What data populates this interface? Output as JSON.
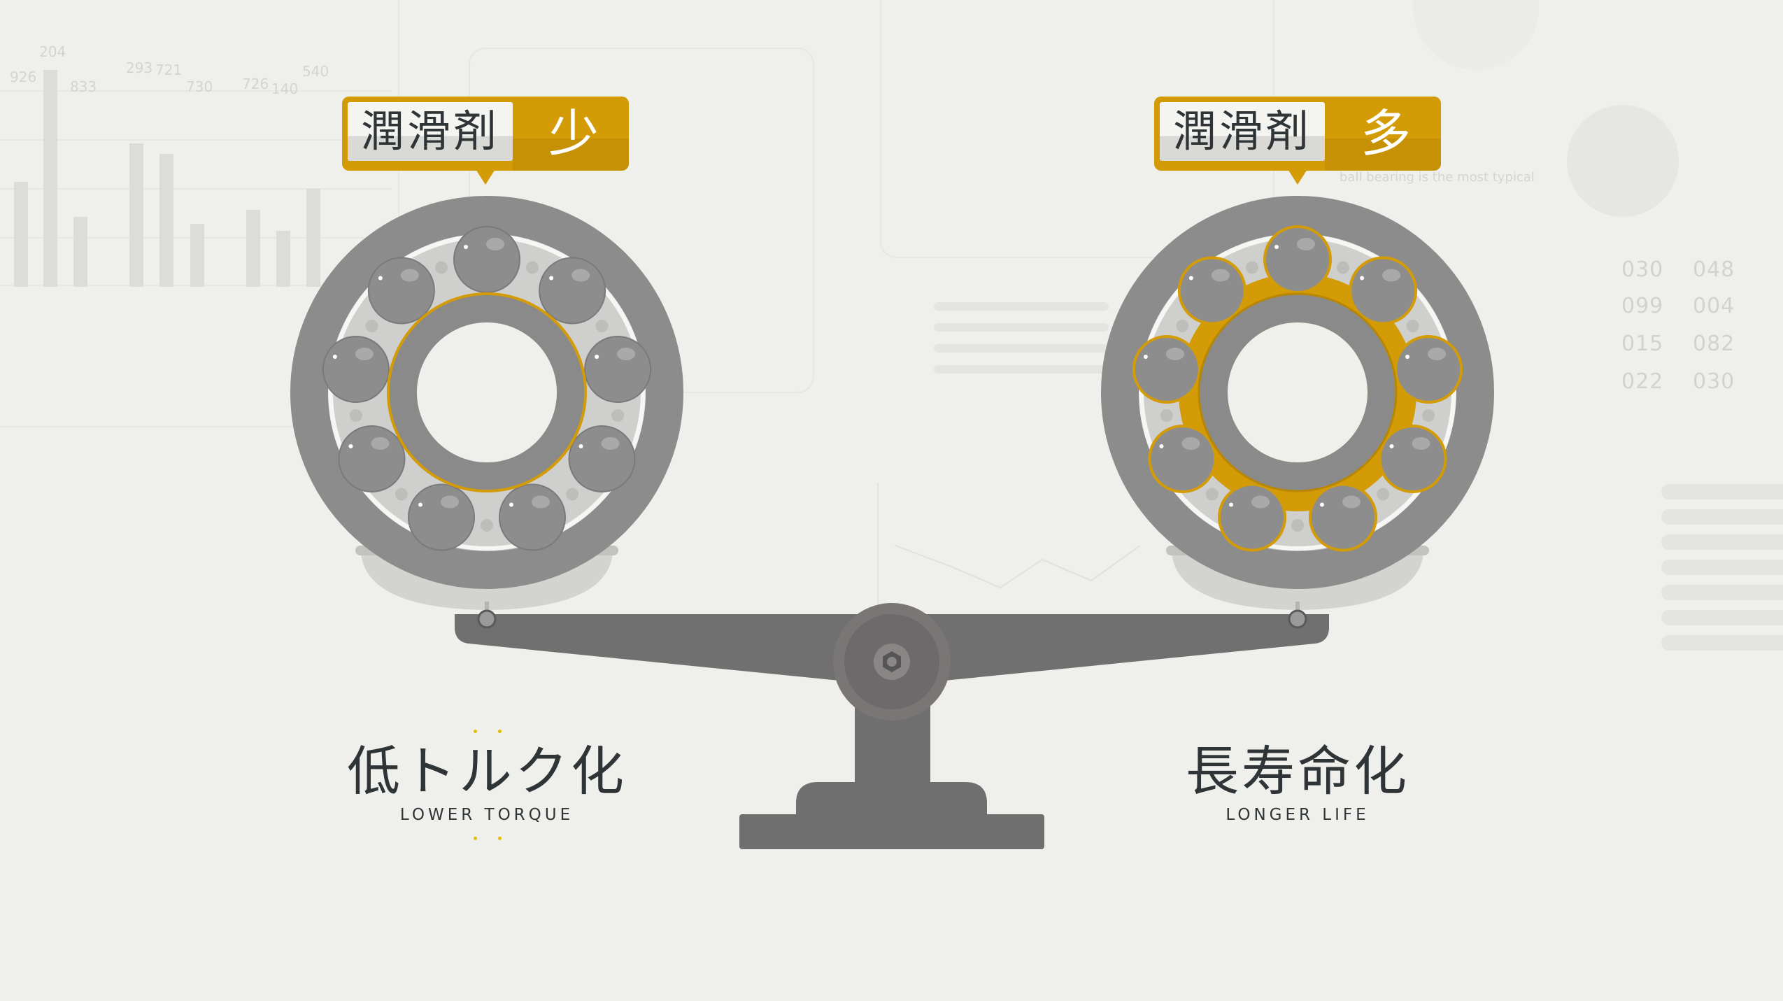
{
  "labels": {
    "left": {
      "key": "潤滑剤",
      "value": "少"
    },
    "right": {
      "key": "潤滑剤",
      "value": "多"
    }
  },
  "captions": {
    "left": {
      "jp": "低トルク化",
      "en": "LOWER TORQUE"
    },
    "right": {
      "jp": "長寿命化",
      "en": "LONGER LIFE"
    }
  },
  "background": {
    "bar_labels": [
      "926",
      "204",
      "833",
      "293",
      "721",
      "730",
      "726",
      "140",
      "540"
    ],
    "metrics": [
      "030",
      "048",
      "099",
      "004",
      "015",
      "082",
      "022",
      "030"
    ],
    "snippet": "ball bearing is the most typical"
  },
  "colors": {
    "accent": "#d39b06",
    "steel": "#8a8a8a",
    "background": "#efefeb",
    "text": "#2f3437"
  }
}
